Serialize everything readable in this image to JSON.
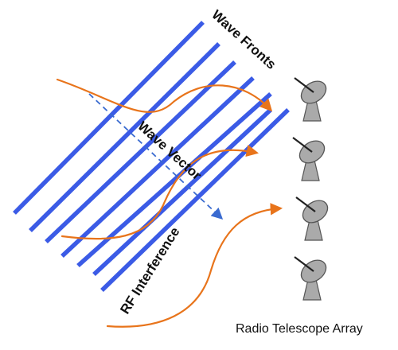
{
  "labels": {
    "wave_fronts": "Wave Fronts",
    "wave_vector": "Wave Vector",
    "rf_interference": "RF Interference",
    "array": "Radio Telescope Array"
  },
  "colors": {
    "wavefront": "#3b5be6",
    "vector": "#3a6bd0",
    "rf": "#e8741b",
    "dish_fill": "#aaaaaa",
    "dish_stroke": "#555555",
    "text": "#111111"
  },
  "wavefront_count": 7,
  "telescope_count": 4,
  "rf_curve_count": 3
}
